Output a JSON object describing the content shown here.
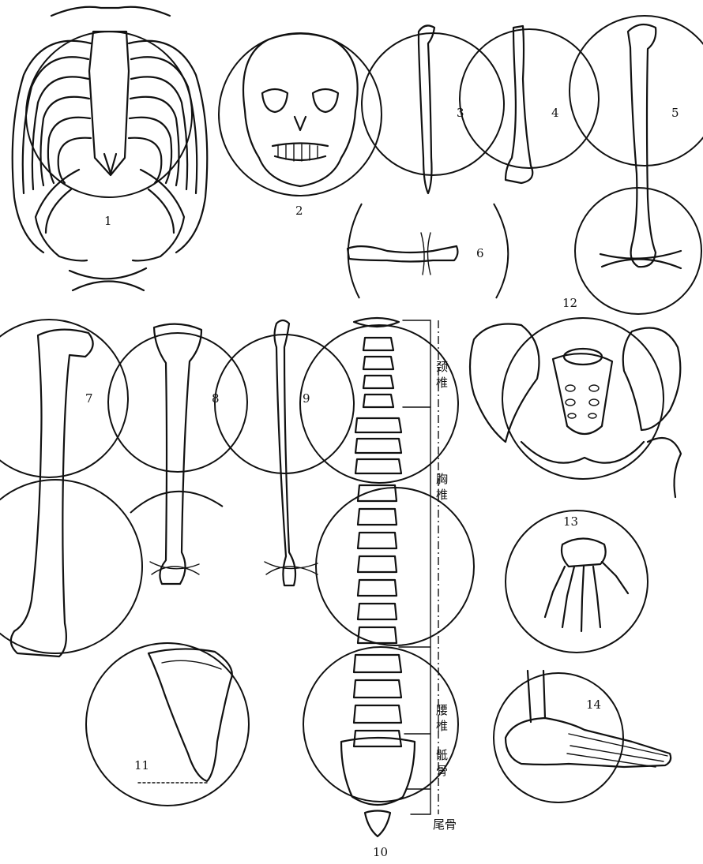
{
  "figure_numbers": {
    "n1": "1",
    "n2": "2",
    "n3": "3",
    "n4": "4",
    "n5": "5",
    "n6": "6",
    "n7": "7",
    "n8": "8",
    "n9": "9",
    "n10": "10",
    "n11": "11",
    "n12": "12",
    "n13": "13",
    "n14": "14"
  },
  "spine_labels": {
    "cervical_1": "颈",
    "cervical_2": "椎",
    "thoracic_1": "胸",
    "thoracic_2": "椎",
    "lumbar_1": "腰",
    "lumbar_2": "椎",
    "sacrum_1": "骶",
    "sacrum_2": "骨",
    "coccyx": "尾骨"
  }
}
